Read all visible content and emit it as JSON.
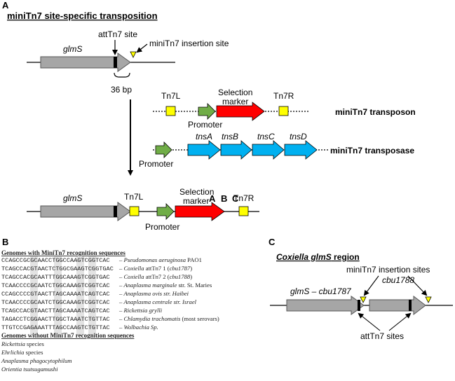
{
  "panel_a": {
    "label": "A",
    "title": "miniTn7 site-specific transposition",
    "glms": "glmS",
    "att_site": "attTn7 site",
    "insertion_site": "miniTn7 insertion site",
    "bp": "36 bp",
    "tn7l": "Tn7L",
    "tn7r": "Tn7R",
    "selection1": "Selection",
    "selection2": "marker",
    "promoter": "Promoter",
    "transposon": "miniTn7 transposon",
    "transposase": "miniTn7 transposase",
    "tnsA": "tnsA",
    "tnsB": "tnsB",
    "tnsC": "tnsC",
    "tnsD": "tnsD",
    "overlay_letters": [
      "A",
      "B",
      "C"
    ]
  },
  "panel_b": {
    "label": "B",
    "header_with": "Genomes with MiniTn7 recognition sequences",
    "rows": [
      {
        "seq": "CCAGCCGCGCAACCTGGCCAAGTCGGTCAC",
        "dash": "–",
        "org": "Pseudomonas aeruginosa",
        "rest": " PAO1",
        "paren": ""
      },
      {
        "seq": "TCAGCCACGTAACTCTGGCGAAGTCGGTGAC",
        "dash": "–",
        "org": "Coxiella",
        "rest": " attTn7 1 (",
        "paren": "cbu1787",
        "close": ")"
      },
      {
        "seq": "TCAGCCACGCAATTTGGCAAAGTCGGTGAC",
        "dash": "–",
        "org": "Coxiella",
        "rest": " attTn7 2 (",
        "paren": "cbu1788",
        "close": ")"
      },
      {
        "seq": "TCAACCCCGCAATCTGGCAAAGTCGGTCAC",
        "dash": "–",
        "org": "Anaplasma marginale",
        "rest": " str. St. Maries",
        "paren": ""
      },
      {
        "seq": "CCAGCCCCGTAACTTAGCAAAATCAGTCAC",
        "dash": "–",
        "org": "Anaplasma ovis str. Haibei",
        "rest": "",
        "paren": ""
      },
      {
        "seq": "TCAACCCCGCAATCTGGCAAAGTCGGTCAC",
        "dash": "–",
        "org": "Anaplasma centrale str. Israel",
        "rest": "",
        "paren": ""
      },
      {
        "seq": "TCAGCCACGTAACTTAGCAAAATCAGTCAC",
        "dash": "–",
        "org": "Rickettsia grylli",
        "rest": "",
        "paren": ""
      },
      {
        "seq": "TAGACCTCGGAACTTGGCTAAATCTGTTAC",
        "dash": "–",
        "org": "Chlamydia trachomatis",
        "rest": " (most serovars)",
        "paren": ""
      },
      {
        "seq": "TTGTCCGAGAAATTTAGCCAAGTCTGTTAC",
        "dash": "–",
        "org": "Wolbachia Sp.",
        "rest": "",
        "paren": ""
      }
    ],
    "header_without": "Genomes without MiniTn7 recognition sequences",
    "without": [
      {
        "org": "Rickettsia",
        "rest": " species"
      },
      {
        "org": "Ehrlichia",
        "rest": " species"
      },
      {
        "org": "Anaplasma phagocytophilum",
        "rest": ""
      },
      {
        "org": "Orientia tsutsugamushi",
        "rest": ""
      }
    ]
  },
  "panel_c": {
    "label": "C",
    "title_it": "Coxiella glmS",
    "title_rest": " region",
    "insertion_sites": "miniTn7 insertion sites",
    "gene1": "glmS – cbu1787",
    "gene2": "cbu1788",
    "att_sites": "attTn7 sites"
  },
  "colors": {
    "gray": "#a6a6a6",
    "green": "#70ad47",
    "red": "#ff0000",
    "blue": "#00b0f0",
    "yellow": "#ffff00"
  }
}
